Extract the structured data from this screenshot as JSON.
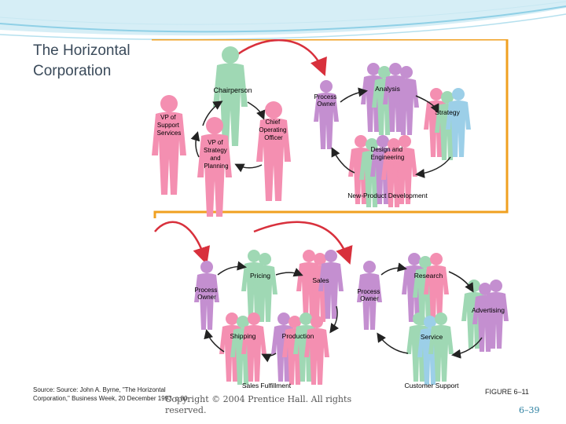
{
  "slide": {
    "title_line1": "The Horizontal",
    "title_line2": "Corporation",
    "source": "Source: Source: John A. Byrne, \"The Horizontal Corporation,\" Business Week, 20 December 1993",
    "source_line1": "Source: Source: John A. Byrne, \"The Horizontal",
    "source_line2": "Corporation,\" Business Week, 20 December 1993, p.80",
    "copyright": "Copyright © 2004 Prentice Hall. All rights reserved.",
    "figure_label": "FIGURE 6–11",
    "page_number": "6–39"
  },
  "colors": {
    "pink": "#f48fb1",
    "purple": "#c48fd0",
    "green": "#9fd8b4",
    "blue": "#9ccfe8",
    "orange_frame": "#f0a020",
    "arrow_red": "#d8303c"
  },
  "diagram": {
    "top": {
      "chairperson": "Chairperson",
      "vp_support": [
        "VP of",
        "Support",
        "Services"
      ],
      "coo": [
        "Chief",
        "Operating",
        "Officer"
      ],
      "vp_strategy": [
        "VP of",
        "Strategy",
        "and",
        "Planning"
      ],
      "process_owner": [
        "Process",
        "Owner"
      ],
      "analysis": "Analysis",
      "strategy": "Strategy",
      "design": [
        "Design and",
        "Engineering"
      ],
      "caption": "New-Product Development"
    },
    "sales": {
      "process_owner": [
        "Process",
        "Owner"
      ],
      "pricing": "Pricing",
      "sales": "Sales",
      "shipping": "Shipping",
      "production": "Production",
      "caption": "Sales Fulfillment"
    },
    "customer": {
      "process_owner": [
        "Process",
        "Owner"
      ],
      "research": "Research",
      "advertising": "Advertising",
      "service": "Service",
      "caption": "Customer Support"
    }
  }
}
